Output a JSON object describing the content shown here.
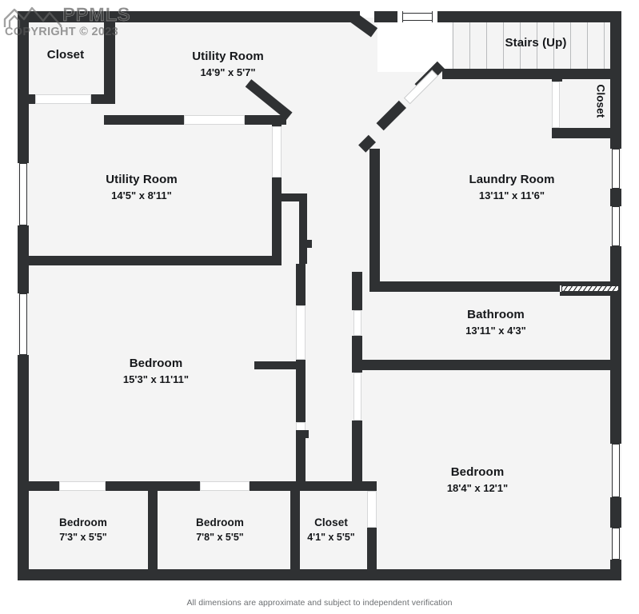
{
  "watermark": {
    "brand": "PPMLS",
    "copyright": "COPYRIGHT © 2023",
    "logo_icon": "mountain-logo-icon"
  },
  "footer": {
    "disclaimer": "All dimensions are approximate and subject to independent verification"
  },
  "floor_plan": {
    "rooms": [
      {
        "id": "closet-top-left",
        "name": "Closet",
        "dims": ""
      },
      {
        "id": "utility-room-top",
        "name": "Utility Room",
        "dims": "14'9\" x 5'7\""
      },
      {
        "id": "utility-room-mid",
        "name": "Utility Room",
        "dims": "14'5\" x 8'11\""
      },
      {
        "id": "stairs-up",
        "name": "Stairs (Up)",
        "dims": ""
      },
      {
        "id": "closet-top-right",
        "name": "Closet",
        "dims": ""
      },
      {
        "id": "laundry-room",
        "name": "Laundry Room",
        "dims": "13'11\" x 11'6\""
      },
      {
        "id": "bathroom",
        "name": "Bathroom",
        "dims": "13'11\" x 4'3\""
      },
      {
        "id": "bedroom-left",
        "name": "Bedroom",
        "dims": "15'3\" x 11'11\""
      },
      {
        "id": "bedroom-right",
        "name": "Bedroom",
        "dims": "18'4\" x 12'1\""
      },
      {
        "id": "bedroom-small-1",
        "name": "Bedroom",
        "dims": "7'3\" x 5'5\""
      },
      {
        "id": "bedroom-small-2",
        "name": "Bedroom",
        "dims": "7'8\" x 5'5\""
      },
      {
        "id": "closet-bottom",
        "name": "Closet",
        "dims": "4'1\" x 5'5\""
      }
    ],
    "colors": {
      "wall": "#2f3133",
      "room_fill": "#f4f4f4",
      "background": "#ffffff",
      "text": "#15171a",
      "footer_text": "#6c6f72"
    }
  }
}
